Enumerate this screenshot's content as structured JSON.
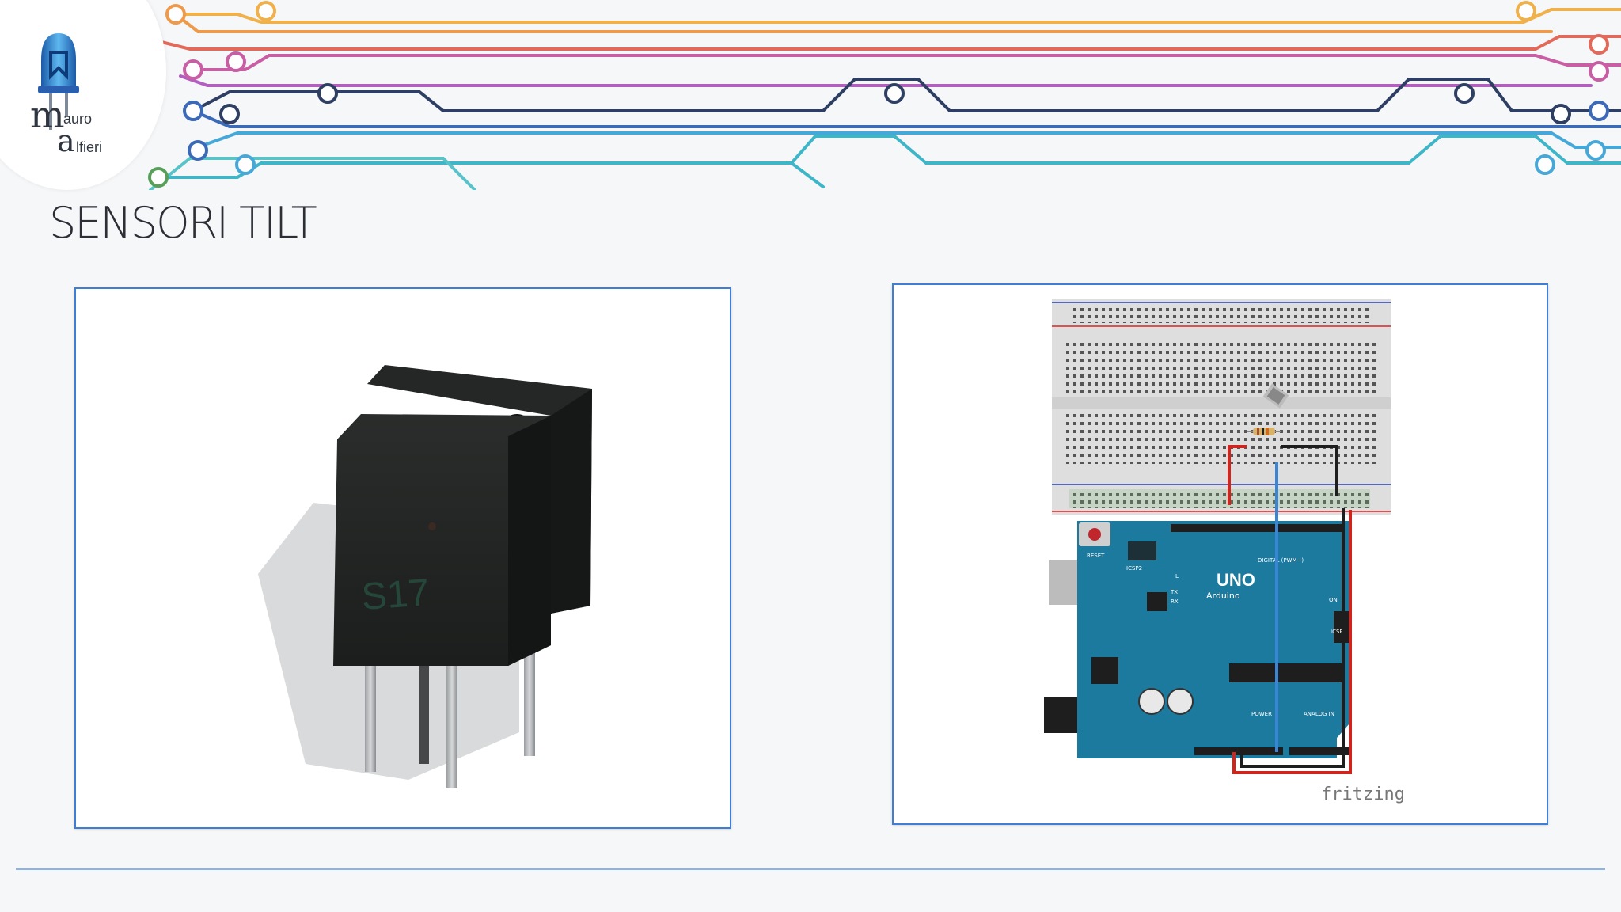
{
  "slide": {
    "title": "SENSORI TILT",
    "logo": {
      "line1": "auro",
      "line2": "lfieri",
      "initial_m": "m",
      "initial_a": "a"
    }
  },
  "left_panel": {
    "photo_marking": "S17"
  },
  "right_panel": {
    "arduino_labels": {
      "uno": "UNO",
      "brand": "Arduino",
      "reset": "RESET",
      "icsp2": "ICSP2",
      "icsp": "ICSP",
      "digital": "DIGITAL (PWM~)",
      "power": "POWER",
      "analog": "ANALOG IN",
      "on": "ON",
      "l": "L",
      "tx": "TX",
      "rx": "RX"
    },
    "watermark": "fritzing"
  },
  "colors": {
    "frame_border": "#3e7ed6",
    "arduino_blue": "#1b7a9e",
    "wire_red": "#d0241c",
    "wire_black": "#1e1e1e",
    "wire_blue": "#3a86d6"
  }
}
